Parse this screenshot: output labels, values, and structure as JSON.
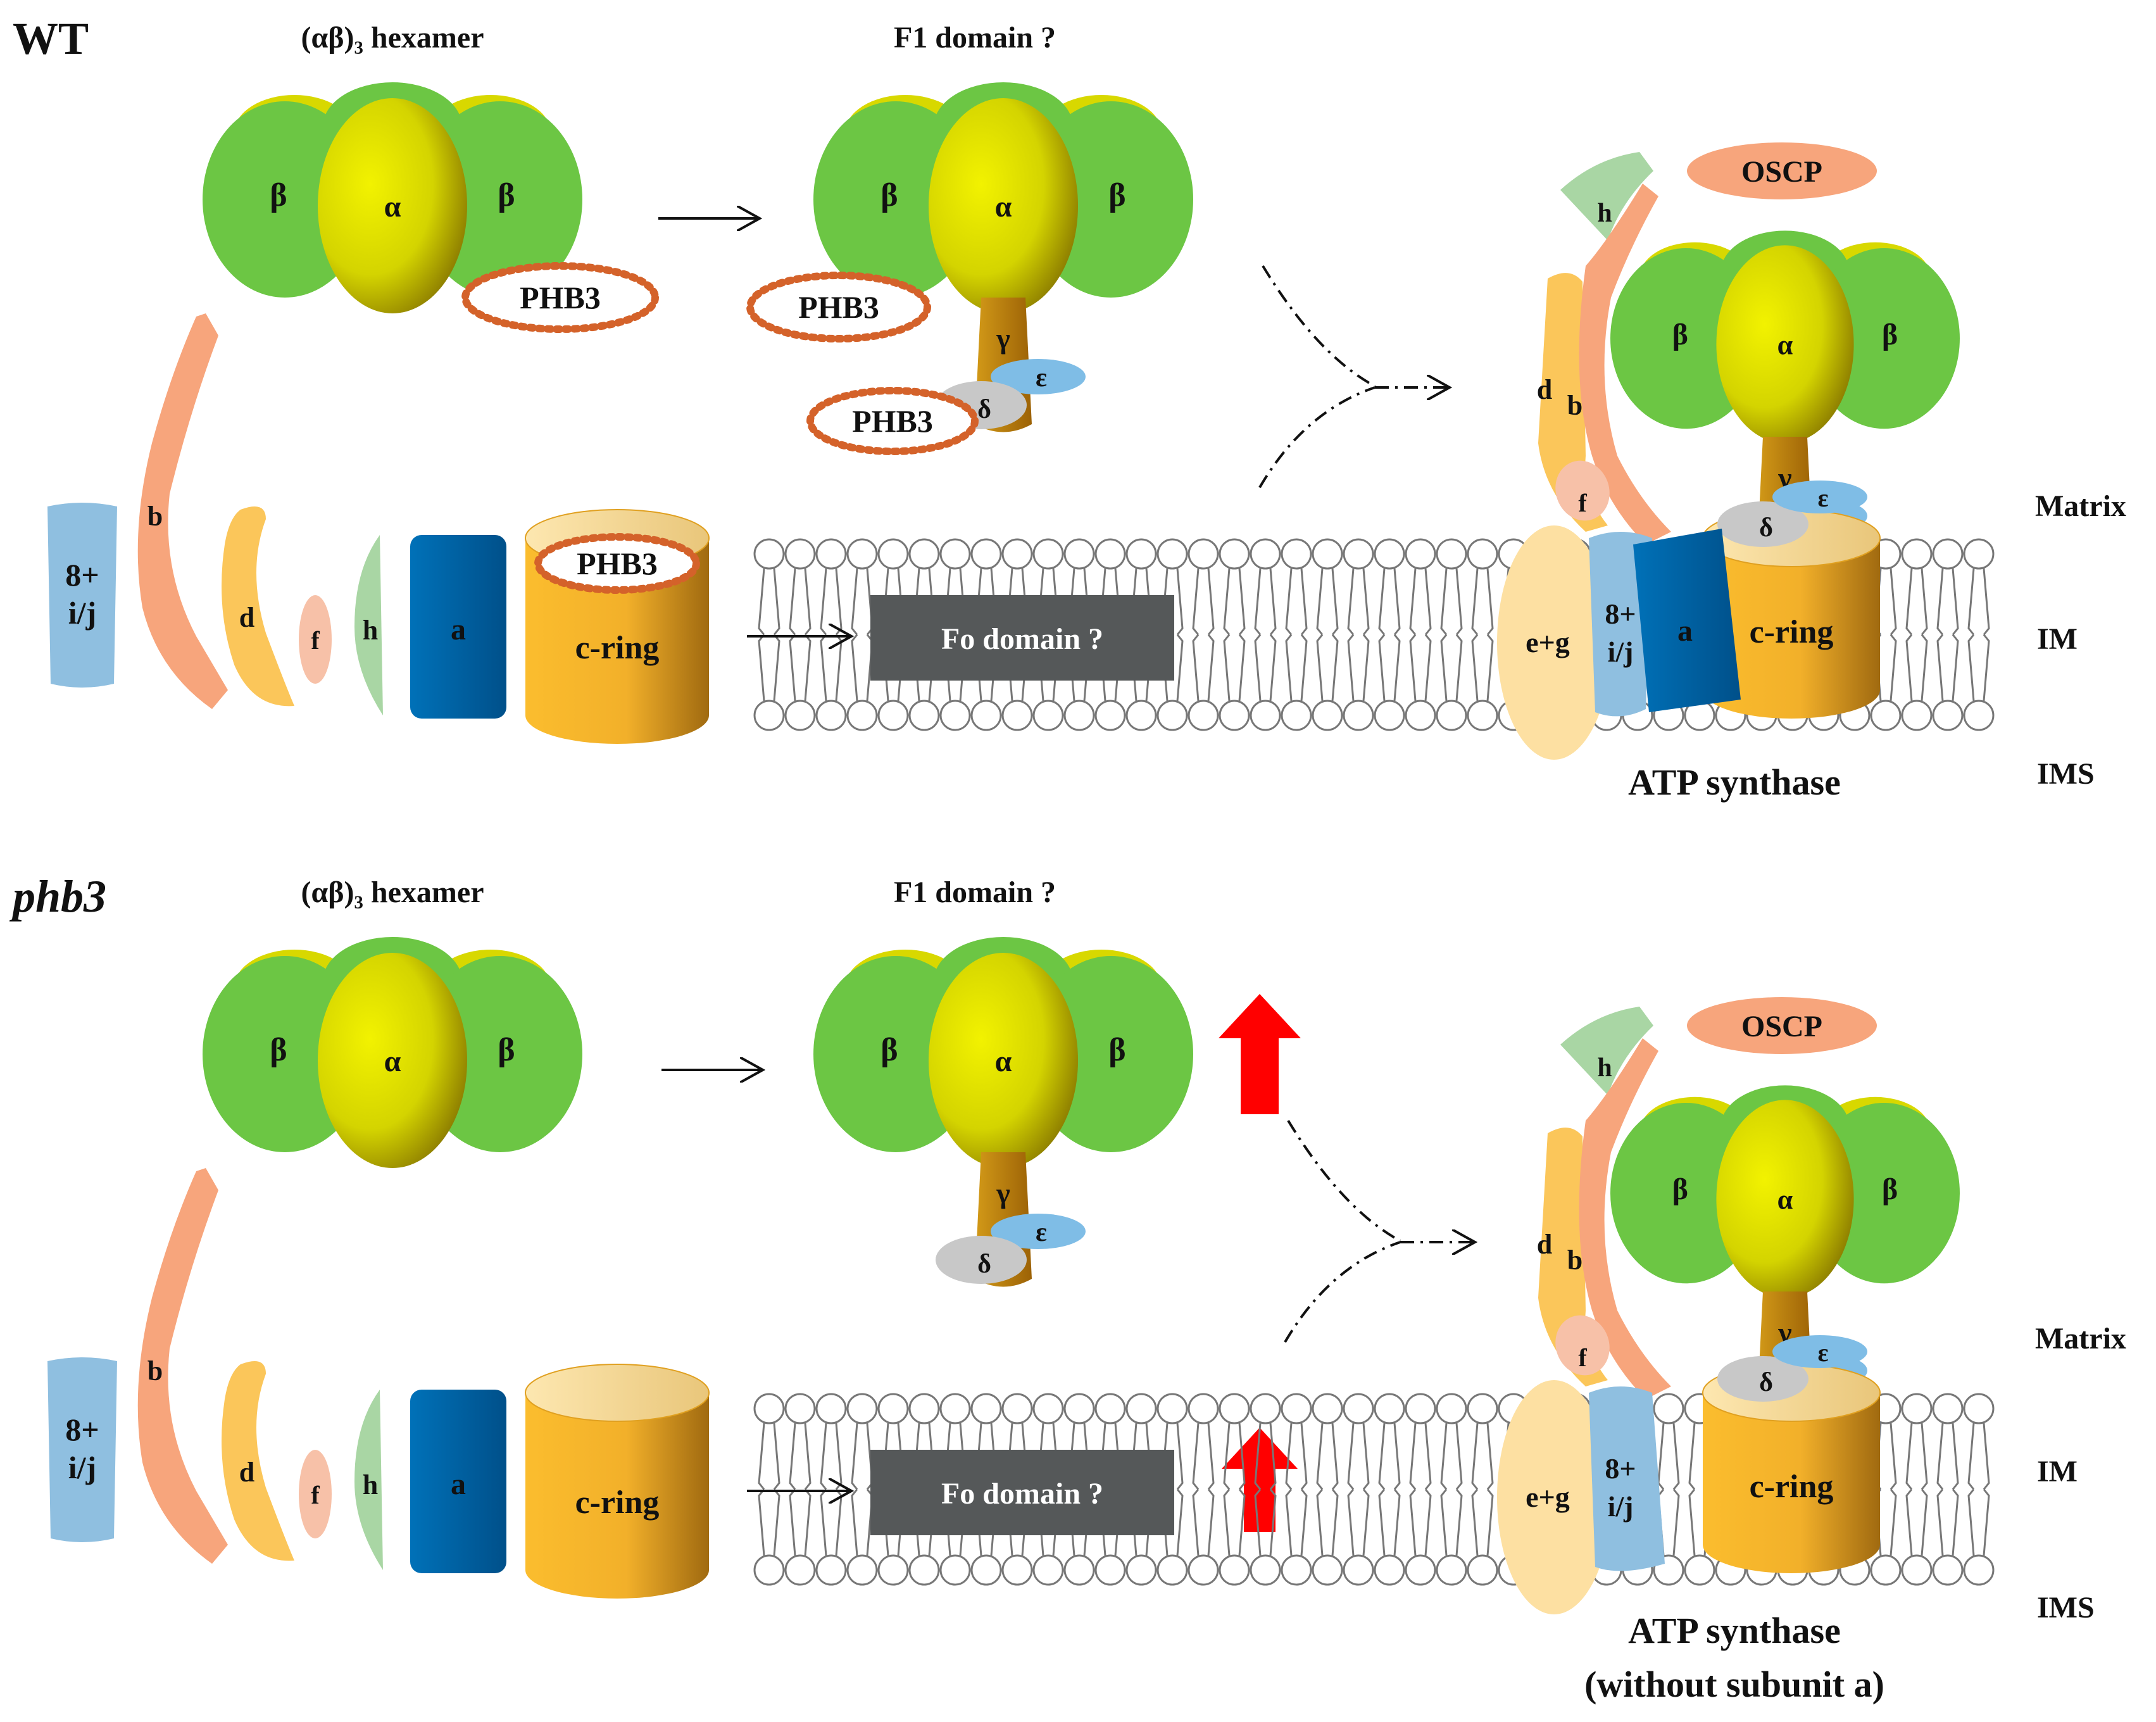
{
  "panels": {
    "wt": {
      "title": "WT",
      "hexamer_title": "(αβ)₃ hexamer",
      "f1_title": "F1 domain ?",
      "fo_box": "Fo domain ?",
      "product": "ATP synthase"
    },
    "phb3": {
      "title": "phb3",
      "hexamer_title": "(αβ)₃ hexamer",
      "f1_title": "F1 domain ?",
      "fo_box": "Fo domain ?",
      "product_line1": "ATP synthase",
      "product_line2": "(without subunit a)"
    }
  },
  "subunits": {
    "alpha": "α",
    "beta": "β",
    "gamma": "γ",
    "delta": "δ",
    "epsilon": "ε",
    "oscp": "OSCP",
    "b": "b",
    "d": "d",
    "f": "f",
    "h": "h",
    "a": "a",
    "c_ring": "c-ring",
    "eg": "e+g",
    "eight_ij_line1": "8+",
    "eight_ij_line2": "i/j",
    "phb3": "PHB3"
  },
  "compartments": {
    "matrix": "Matrix",
    "im": "IM",
    "ims": "IMS"
  },
  "colors": {
    "beta_green": "#6cc644",
    "alpha_yellow": "#dede00",
    "gamma_brown": "#c8860a",
    "epsilon_blue": "#7fbde6",
    "delta_gray": "#c8c8c8",
    "oscp_salmon": "#f7a57c",
    "b_salmon": "#f7a57c",
    "d_yellow": "#fbc65a",
    "f_pink": "#f7c1a8",
    "h_green": "#a9d6a4",
    "a_blue": "#0068aa",
    "eight_ij_blue": "#8fbfe0",
    "cring_gold": "#f6b52a",
    "eg_cream": "#fde0a2",
    "fo_box_gray": "#555859",
    "phb3_dots": "#d4622a",
    "red_arrow": "#ff0000"
  }
}
